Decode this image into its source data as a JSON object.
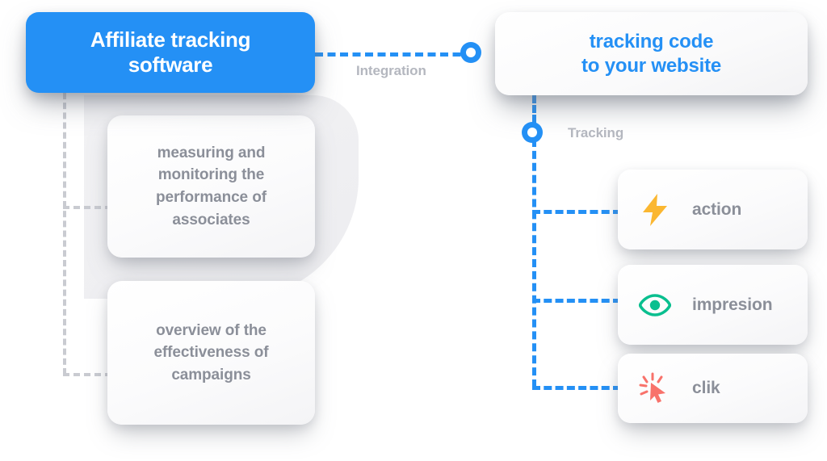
{
  "diagram": {
    "type": "flow-diagram",
    "title": "Affiliate tracking software flow",
    "primary": {
      "label_line1": "Affiliate tracking",
      "label_line2": "software",
      "color": "#2490f5",
      "text_color": "#ffffff"
    },
    "tracking_code": {
      "label_line1": "tracking code",
      "label_line2": "to your website",
      "color": "#ffffff",
      "text_color": "#2490f5"
    },
    "edge_labels": {
      "integration": "Integration",
      "tracking": "Tracking"
    },
    "detail_cards": [
      {
        "line1": "measuring and",
        "line2": "monitoring the",
        "line3": "performance of",
        "line4": "associates"
      },
      {
        "line1": "overview of the",
        "line2": "effectiveness of",
        "line3": "campaigns"
      }
    ],
    "icon_cards": [
      {
        "label": "action",
        "icon": "lightning-bolt-icon",
        "icon_color": "#fbb731"
      },
      {
        "label": "impresion",
        "icon": "eye-icon",
        "icon_color": "#0abf8f"
      },
      {
        "label": "clik",
        "icon": "cursor-click-icon",
        "icon_color": "#f8726b"
      }
    ],
    "colors": {
      "accent_blue": "#2490f5",
      "body_gray": "#8b8f99",
      "label_gray": "#b4b7bf",
      "connector_gray": "#c9cbd1",
      "card_white": "#ffffff"
    }
  }
}
